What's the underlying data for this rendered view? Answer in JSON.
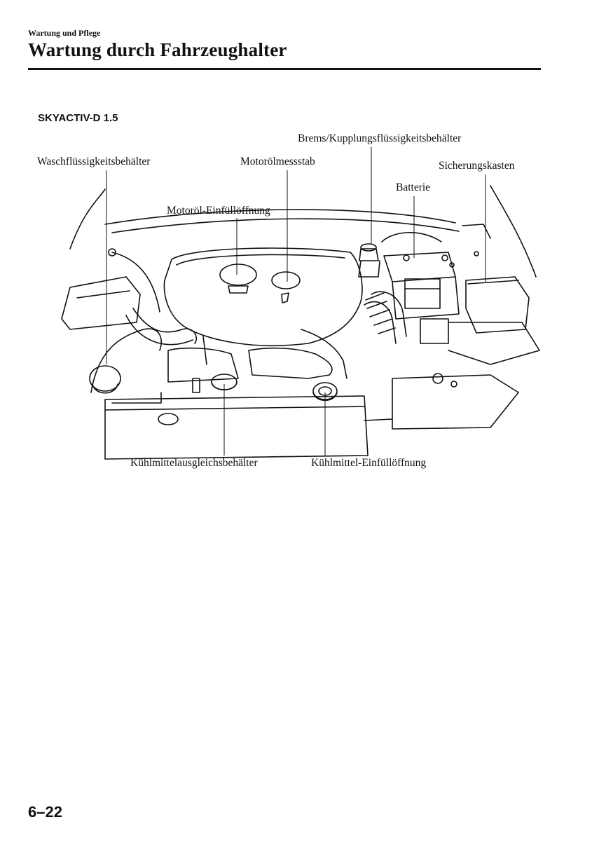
{
  "header": {
    "section": "Wartung und Pflege",
    "title": "Wartung durch Fahrzeughalter"
  },
  "figure": {
    "subtitle": "SKYACTIV-D 1.5",
    "labels": {
      "brake_fluid": "Brems/Kupplungsflüssigkeitsbehälter",
      "washer": "Waschflüssigkeitsbehälter",
      "dipstick": "Motorölmessstab",
      "fuse_box": "Sicherungskasten",
      "battery": "Batterie",
      "oil_filler": "Motoröl-Einfüllöffnung",
      "coolant_reservoir": "Kühlmittelausgleichsbehälter",
      "coolant_filler": "Kühlmittel-Einfüllöffnung"
    }
  },
  "footer": {
    "page_number": "6–22"
  }
}
